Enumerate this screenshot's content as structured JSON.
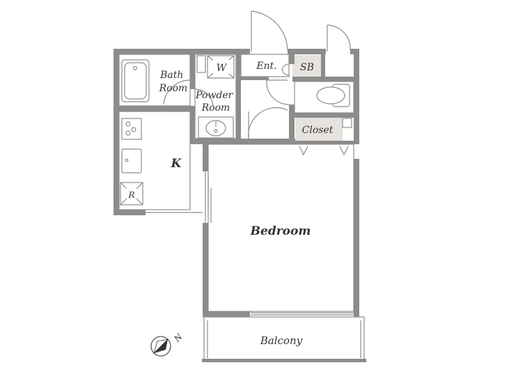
{
  "rooms": {
    "bath": "Bath\nRoom",
    "powder": "Powder\nRoom",
    "washer": "W",
    "entrance": "Ent.",
    "shoe_box": "SB",
    "closet": "Closet",
    "kitchen": "K",
    "refrigerator": "R",
    "bedroom": "Bedroom",
    "balcony": "Balcony"
  },
  "compass": {
    "north_label": "N"
  },
  "colors": {
    "wall": "#8c8c8c",
    "storage_fill": "#e6e2dd",
    "text": "#333333"
  }
}
